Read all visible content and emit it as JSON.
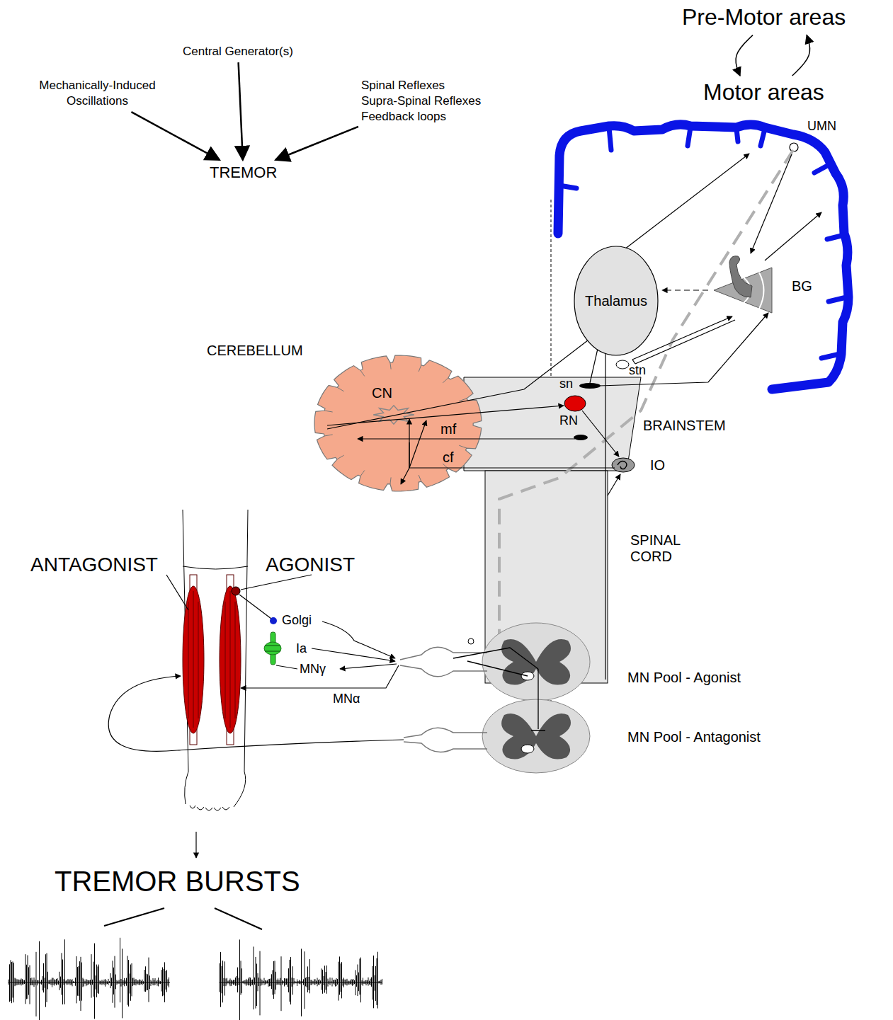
{
  "diagram": {
    "nodes": [
      {
        "text": [
          "Central Generator(s)"
        ]
      },
      {
        "text": [
          "Mechanically-Induced Oscillations"
        ]
      },
      {
        "text": [
          "Spinal Reflexes",
          "Supra-Spinal Reflexes",
          "Feedback loops"
        ]
      },
      {
        "text": [
          "TREMOR"
        ]
      },
      {
        "text": [
          "Pre-Motor areas"
        ]
      },
      {
        "text": [
          "Motor areas"
        ]
      },
      {
        "text": [
          "Thalamus"
        ]
      }
    ],
    "edges": [
      {
        "from": 0,
        "to": 3,
        "arrow": "to"
      },
      {
        "from": 1,
        "to": 3,
        "arrow": "to"
      },
      {
        "from": 2,
        "to": 3,
        "arrow": "to"
      },
      {
        "from": 4,
        "to": 5,
        "arrow": "to"
      },
      {
        "from": 5,
        "to": 4,
        "arrow": "to"
      }
    ],
    "labels": [
      "UMN",
      "BG",
      "stn",
      "sn",
      "RN",
      "IO",
      "CEREBELLUM",
      "CN",
      "mf",
      "cf",
      "BRAINSTEM",
      "SPINAL CORD",
      "ANTAGONIST",
      "AGONIST",
      "Golgi",
      "Ia",
      "MNγ",
      "MNα",
      "MN Pool - Agonist",
      "MN Pool - Antagonist",
      "TREMOR BURSTS"
    ]
  }
}
